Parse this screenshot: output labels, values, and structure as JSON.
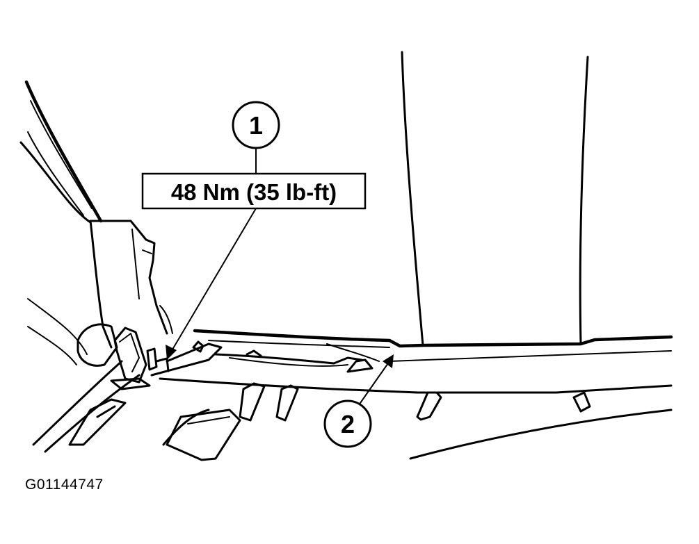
{
  "diagram": {
    "callouts": [
      {
        "number": "1",
        "label": "48 Nm (35 lb-ft)"
      },
      {
        "number": "2",
        "label": ""
      }
    ],
    "figure_id": "G01144747"
  }
}
